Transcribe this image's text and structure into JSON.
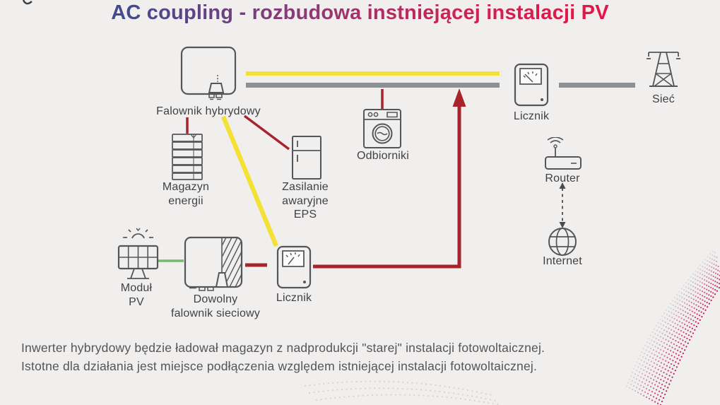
{
  "title": {
    "text": "AC coupling - rozbudowa instniejącej instalacji PV"
  },
  "nodes": {
    "hybrid_inverter": {
      "label": "Falownik hybrydowy"
    },
    "battery": {
      "line1": "Magazyn",
      "line2": "energii"
    },
    "eps": {
      "line1": "Zasilanie",
      "line2": "awaryjne",
      "line3": "EPS"
    },
    "loads": {
      "label": "Odbiorniki"
    },
    "meter_top": {
      "label": "Licznik"
    },
    "grid": {
      "label": "Sieć"
    },
    "router": {
      "label": "Router"
    },
    "internet": {
      "label": "Internet"
    },
    "pv_module": {
      "line1": "Moduł",
      "line2": "PV"
    },
    "grid_inverter": {
      "line1": "Dowolny",
      "line2": "falownik sieciowy"
    },
    "meter_bottom": {
      "label": "Licznik"
    }
  },
  "footer": {
    "line1": "Inwerter hybrydowy będzie ładował magazyn z nadprodukcji \"starej\" instalacji fotowoltaicznej.",
    "line2": "Istotne dla działania jest miejsce podłączenia względem istniejącej instalacji fotowoltaicznej."
  },
  "colors": {
    "background": "#f0efed",
    "bus_yellow": "#f4e136",
    "bus_gray": "#8d9095",
    "line_red": "#a8232c",
    "line_green": "#74ba70",
    "icon_stroke": "#55565a",
    "label_text": "#404146",
    "title_gradient_start": "#434a8e",
    "title_gradient_end": "#ea1243",
    "deco_pink": "#c2175b"
  }
}
